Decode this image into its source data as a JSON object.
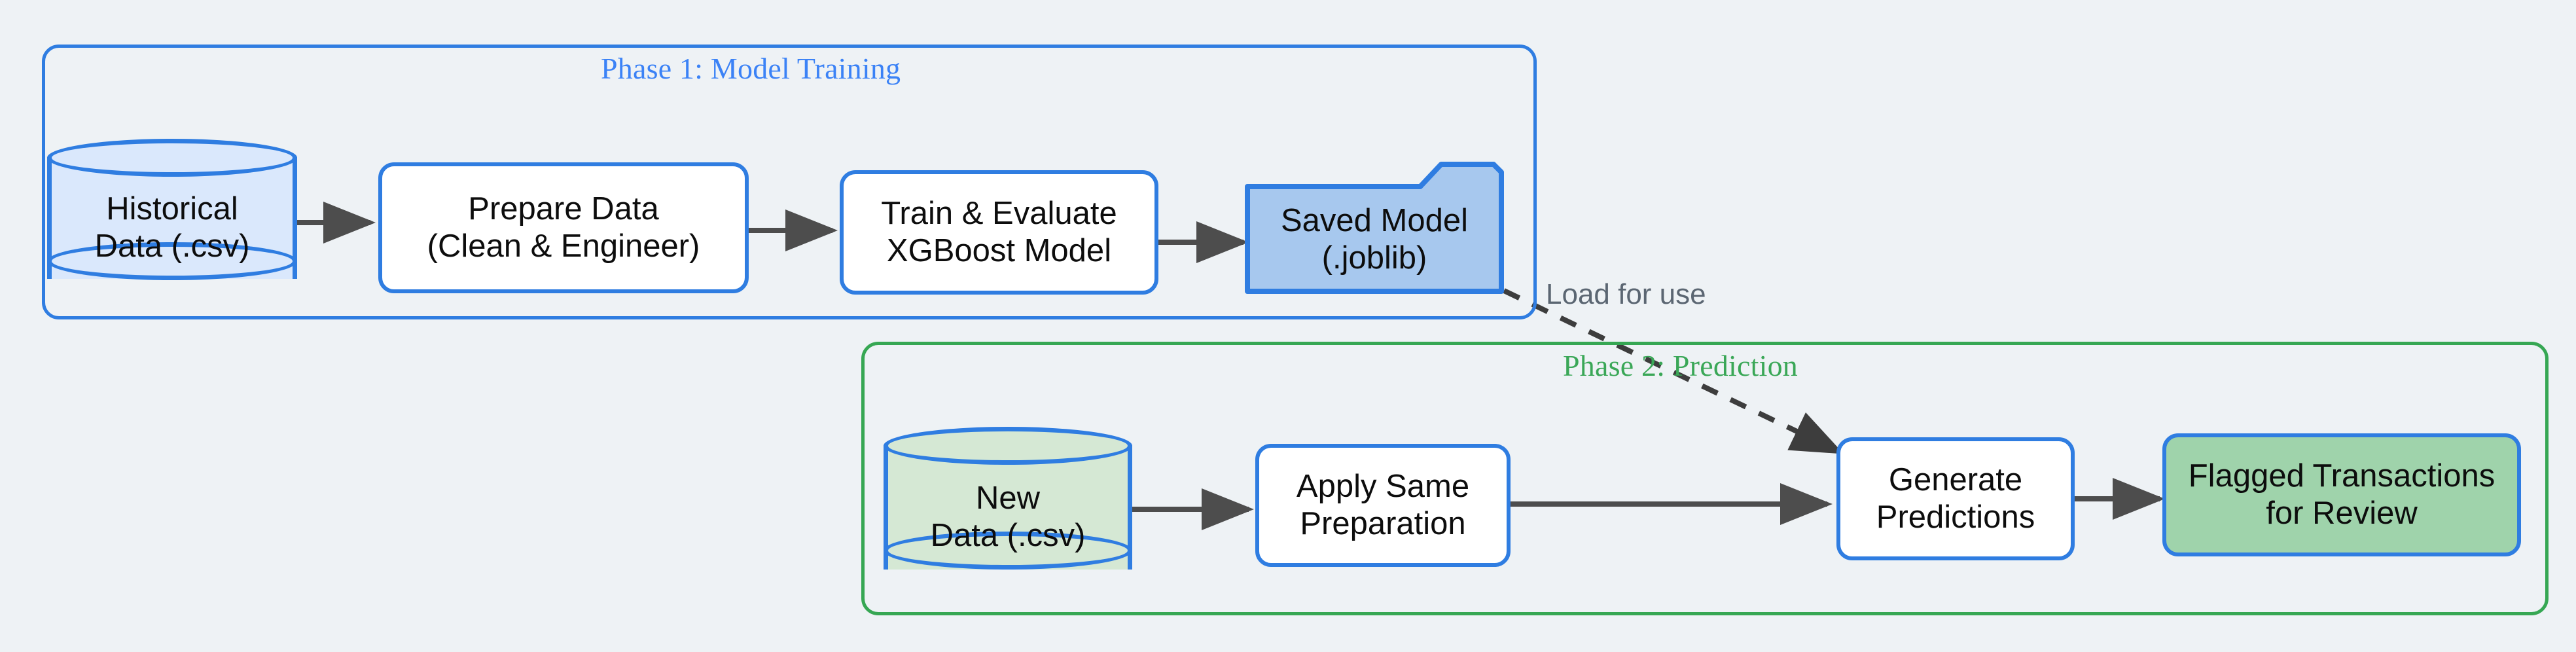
{
  "diagram": {
    "background_color": "#eef2f5",
    "accent_blue": "#2f7de1",
    "accent_green": "#36a753",
    "edge_color": "#4d4d4d"
  },
  "phases": [
    {
      "id": "phase-1",
      "title": "Phase 1: Model Training",
      "color": "#3b82f6"
    },
    {
      "id": "phase-2",
      "title": "Phase 2: Prediction",
      "color": "#3aa757"
    }
  ],
  "nodes": {
    "historical_data": {
      "label": "Historical\nData (.csv)",
      "shape": "cylinder",
      "fill": "#dae8fc",
      "stroke": "#2f7de1"
    },
    "prepare_data": {
      "label": "Prepare Data\n(Clean & Engineer)",
      "shape": "process",
      "fill": "#ffffff",
      "stroke": "#2f7de1"
    },
    "train_evaluate": {
      "label": "Train & Evaluate\nXGBoost Model",
      "shape": "process",
      "fill": "#ffffff",
      "stroke": "#2f7de1"
    },
    "saved_model": {
      "label": "Saved Model\n(.joblib)",
      "shape": "folder",
      "fill": "#a7c8ee",
      "stroke": "#2f7de1"
    },
    "new_data": {
      "label": "New\nData (.csv)",
      "shape": "cylinder",
      "fill": "#d5e8d4",
      "stroke": "#2f7de1"
    },
    "apply_prep": {
      "label": "Apply Same\nPreparation",
      "shape": "process",
      "fill": "#ffffff",
      "stroke": "#2f7de1"
    },
    "generate_pred": {
      "label": "Generate\nPredictions",
      "shape": "process",
      "fill": "#ffffff",
      "stroke": "#2f7de1"
    },
    "flagged_tx": {
      "label": "Flagged Transactions\nfor Review",
      "shape": "process",
      "fill": "#9fd3ab",
      "stroke": "#2f7de1"
    }
  },
  "edges": {
    "load_for_use_label": "Load for use"
  }
}
